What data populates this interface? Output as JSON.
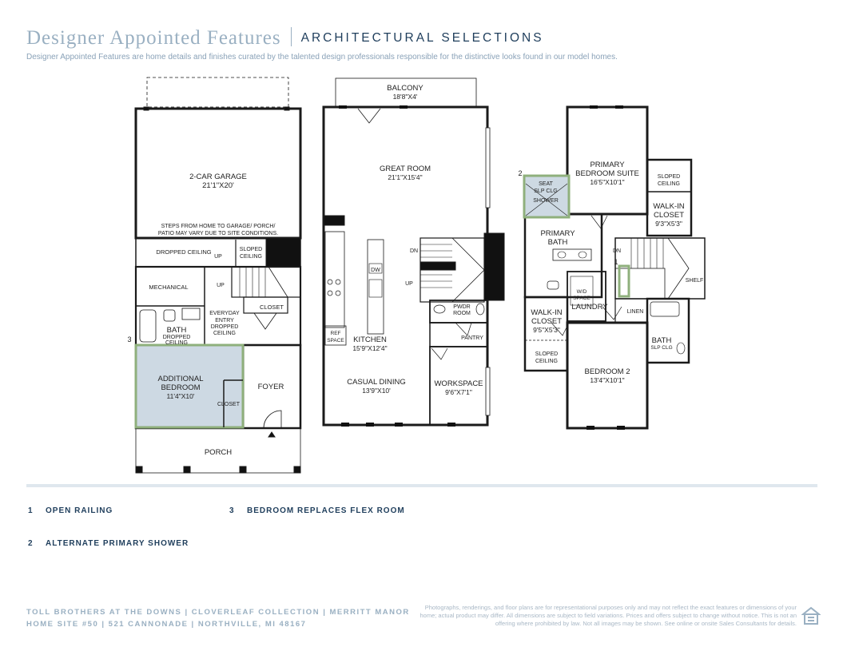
{
  "header": {
    "title": "Designer Appointed Features",
    "subtitle": "ARCHITECTURAL SELECTIONS",
    "intro": "Designer Appointed Features are home details and finishes curated by the talented design professionals responsible for the distinctive looks found in our model homes."
  },
  "floor1": {
    "garage": "2-CAR GARAGE",
    "garage_dim": "21'1\"X20'",
    "steps_note1": "STEPS FROM HOME TO GARAGE/ PORCH/",
    "steps_note2": "PATIO MAY VARY DUE TO SITE CONDITIONS.",
    "dropped_ceiling": "DROPPED CEILING",
    "sloped1": "SLOPED",
    "sloped2": "CEILING",
    "up": "UP",
    "mechanical": "MECHANICAL",
    "closet": "CLOSET",
    "everyday1": "EVERYDAY",
    "everyday2": "ENTRY",
    "everyday3": "DROPPED",
    "everyday4": "CEILING",
    "bath": "BATH",
    "bath_dropped1": "DROPPED",
    "bath_dropped2": "CEILING",
    "bedroom1": "ADDITIONAL",
    "bedroom2": "BEDROOM",
    "bedroom_dim": "11'4\"X10'",
    "bedroom_closet": "CLOSET",
    "foyer": "FOYER",
    "porch": "PORCH",
    "callout": "3"
  },
  "floor2": {
    "balcony": "BALCONY",
    "balcony_dim": "18'8\"X4'",
    "great_room": "GREAT ROOM",
    "great_room_dim": "21'1\"X15'4\"",
    "dw": "DW",
    "dn": "DN",
    "up": "UP",
    "pwdr1": "PWDR",
    "pwdr2": "ROOM",
    "pantry": "PANTRY",
    "ref1": "REF",
    "ref2": "SPACE",
    "kitchen": "KITCHEN",
    "kitchen_dim": "15'9\"X12'4\"",
    "casual_dining": "CASUAL DINING",
    "casual_dining_dim": "13'9\"X10'",
    "workspace": "WORKSPACE",
    "workspace_dim": "9'6\"X7'1\""
  },
  "floor3": {
    "primary1": "PRIMARY",
    "primary2": "BEDROOM SUITE",
    "primary_dim": "16'5\"X10'1\"",
    "sloped1": "SLOPED",
    "sloped2": "CEILING",
    "walkin1": "WALK-IN",
    "walkin2": "CLOSET",
    "walkin_dim": "9'3\"X5'3\"",
    "seat": "SEAT",
    "slp_clg": "SLP CLG",
    "shower": "SHOWER",
    "primary_bath1": "PRIMARY",
    "primary_bath2": "BATH",
    "dn": "DN",
    "wd1": "W/D",
    "wd2": "SPACE",
    "laundry": "LAUNDRY",
    "linen": "LINEN",
    "shelf": "SHELF",
    "walkin_b1": "WALK-IN",
    "walkin_b2": "CLOSET",
    "walkin_b_dim": "9'5\"X5'3\"",
    "sloped_b1": "SLOPED",
    "sloped_b2": "CEILING",
    "bath": "BATH",
    "bath_slp": "SLP CLG",
    "bedroom2": "BEDROOM 2",
    "bedroom2_dim": "13'4\"X10'1\"",
    "callout_shower": "2",
    "callout_railing": "1"
  },
  "legend": [
    {
      "num": "1",
      "label": "OPEN RAILING"
    },
    {
      "num": "3",
      "label": "BEDROOM REPLACES FLEX ROOM"
    },
    {
      "num": "2",
      "label": "ALTERNATE PRIMARY SHOWER"
    }
  ],
  "footer": {
    "line1": "TOLL BROTHERS AT THE DOWNS | CLOVERLEAF COLLECTION | MERRITT MANOR",
    "line2": "HOME SITE #50 | 521 CANNONADE | NORTHVILLE, MI 48167",
    "disclaimer": "Photographs, renderings, and floor plans are for representational purposes only and may not reflect the exact features or dimensions of your home; actual product may differ. All dimensions are subject to field variations. Prices and offers subject to change without notice. This is not an offering where prohibited by law. Not all images may be shown. See online or onsite Sales Consultants for details."
  },
  "colors": {
    "highlight": "#8fb07c",
    "highlight_fill": "#cdd9e3",
    "title": "#9ab0c2",
    "navy": "#1f3e5c"
  },
  "icons": [
    "equal-housing-icon"
  ]
}
